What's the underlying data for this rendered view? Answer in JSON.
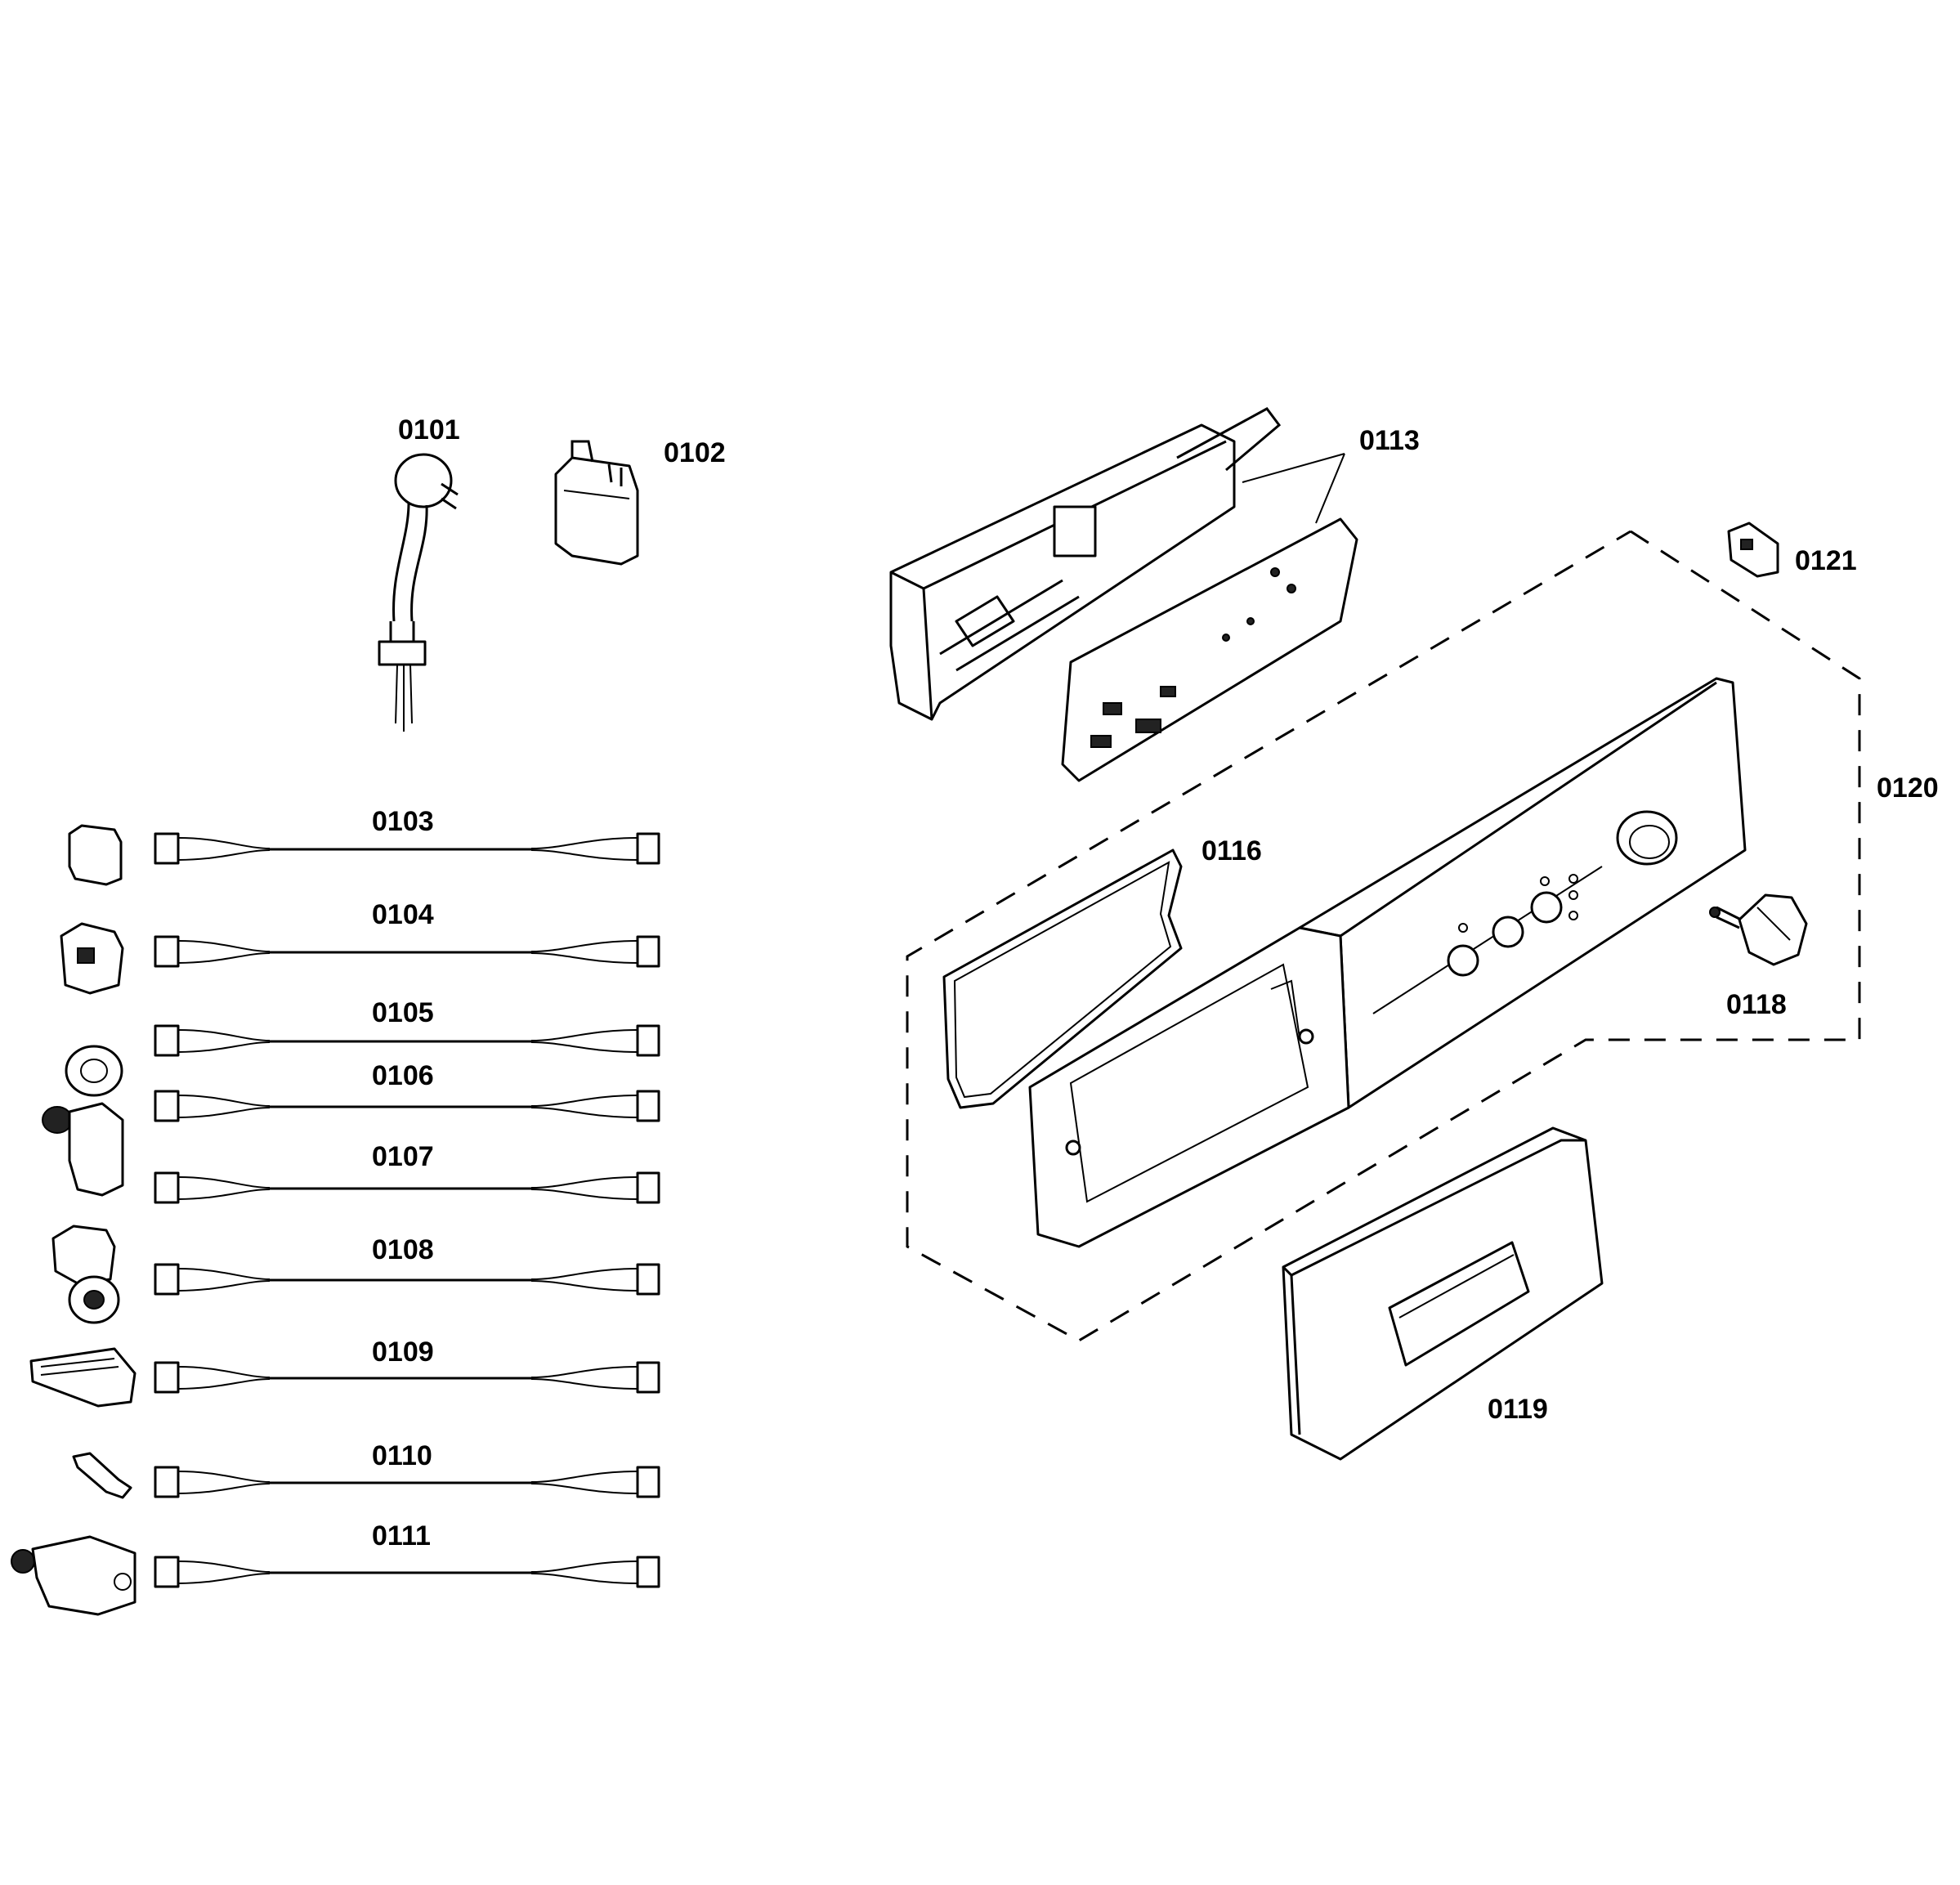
{
  "labels": {
    "p0101": "0101",
    "p0102": "0102",
    "p0103": "0103",
    "p0104": "0104",
    "p0105": "0105",
    "p0106": "0106",
    "p0107": "0107",
    "p0108": "0108",
    "p0109": "0109",
    "p0110": "0110",
    "p0111": "0111",
    "p0113": "0113",
    "p0116": "0116",
    "p0118": "0118",
    "p0119": "0119",
    "p0120": "0120",
    "p0121": "0121"
  }
}
